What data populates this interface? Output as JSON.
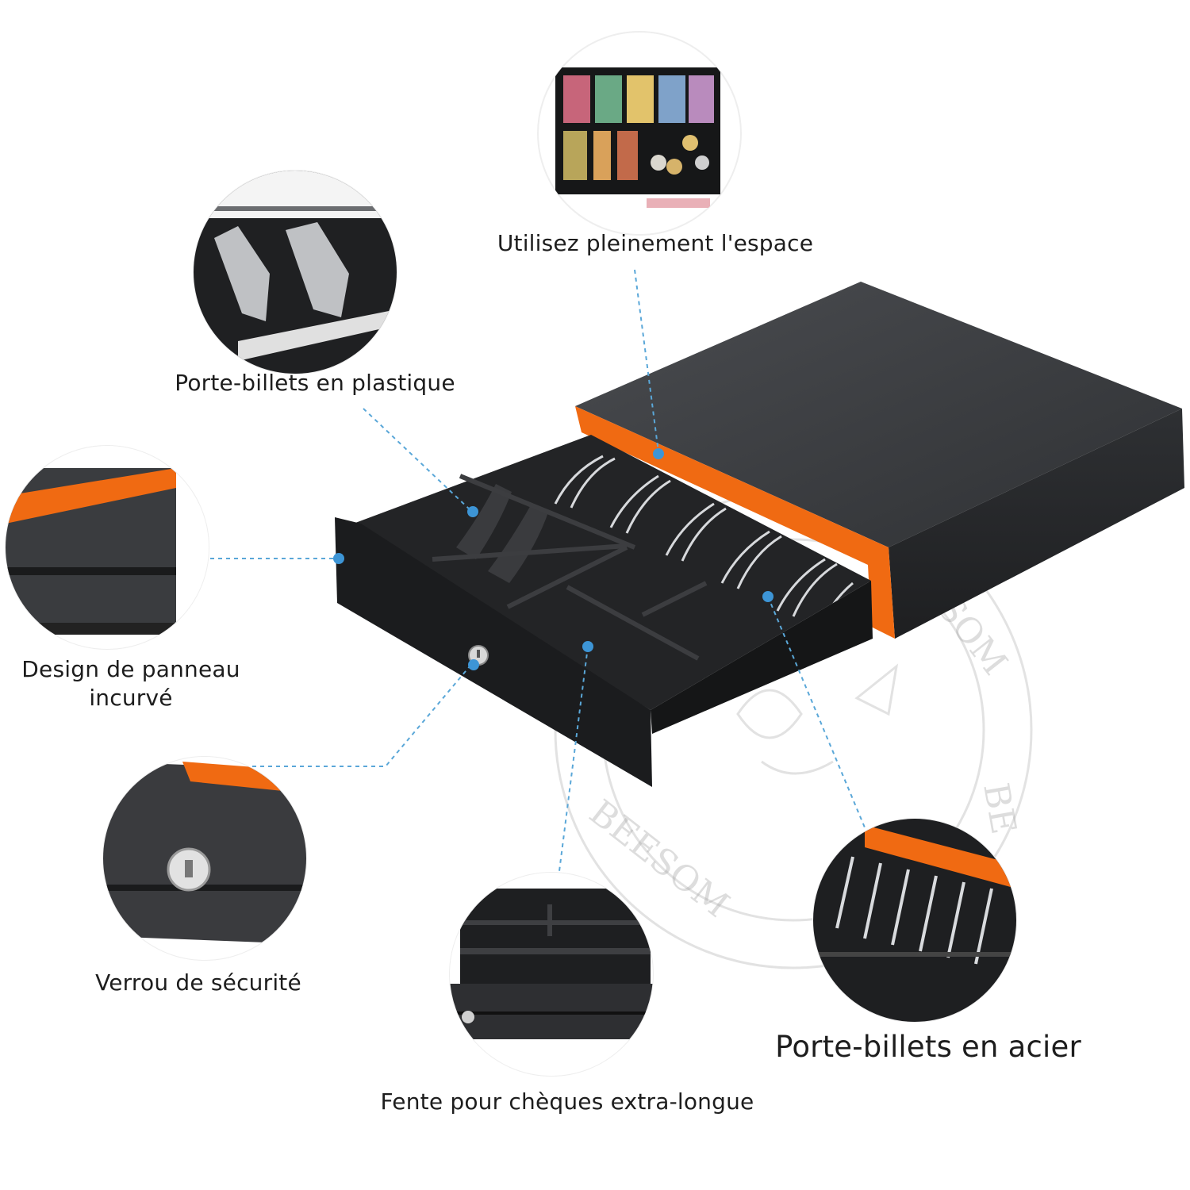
{
  "labels": {
    "top_space": "Utilisez pleinement l'espace",
    "plastic_holder": "Porte-billets en plastique",
    "panel_design_line1": "Design de panneau",
    "panel_design_line2": "incurvé",
    "security_lock": "Verrou de sécurité",
    "check_slot": "Fente pour chèques extra-longue",
    "steel_holder": "Porte-billets en acier"
  },
  "watermark": {
    "text_top": "BEESOM",
    "text_bottom": "BEESOM",
    "text_side": "BE"
  },
  "colors": {
    "drawer_body": "#3b3d40",
    "drawer_dark": "#1c1d1f",
    "accent_orange": "#f06a12",
    "callout_line": "#5aa7d8",
    "dot": "#3d95d6",
    "label_text": "#1d1d1d"
  },
  "icons": {
    "callout_dot": "dot-marker"
  }
}
